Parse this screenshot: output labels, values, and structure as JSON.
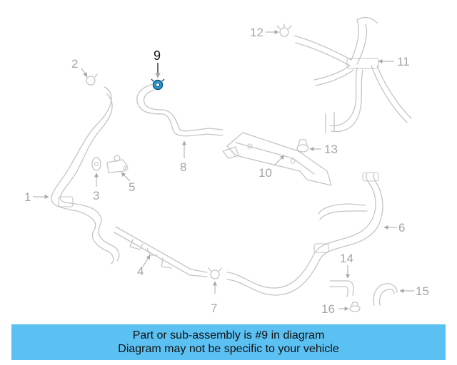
{
  "diagram": {
    "highlighted_part": "9",
    "highlight_color": "#2a9bd6",
    "callouts": {
      "c1": "1",
      "c2": "2",
      "c3": "3",
      "c4": "4",
      "c5": "5",
      "c6": "6",
      "c7": "7",
      "c8": "8",
      "c9": "9",
      "c10": "10",
      "c11": "11",
      "c12": "12",
      "c13": "13",
      "c14": "14",
      "c15": "15",
      "c16": "16"
    }
  },
  "banner": {
    "line1": "Part or sub-assembly is #9 in diagram",
    "line2": "Diagram may not be specific to your vehicle",
    "background": "#5bc0f2"
  }
}
